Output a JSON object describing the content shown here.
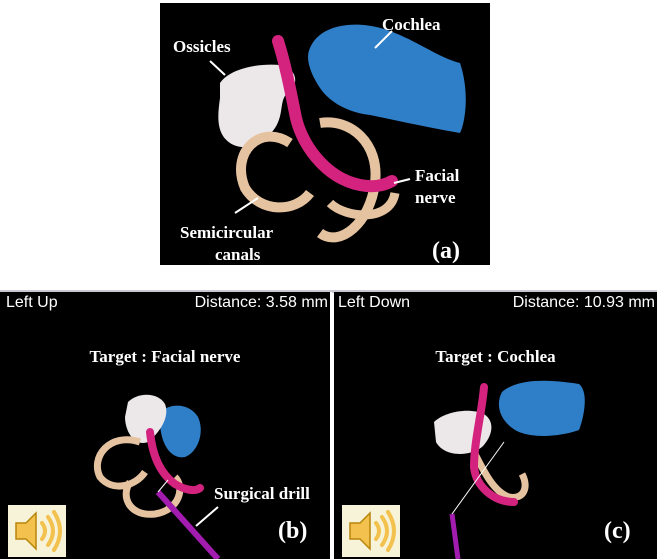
{
  "figure_a": {
    "labels": {
      "ossicles": "Ossicles",
      "cochlea": "Cochlea",
      "facial_nerve_1": "Facial",
      "facial_nerve_2": "nerve",
      "semicircular_1": "Semicircular",
      "semicircular_2": "canals"
    },
    "panel_label": "(a)"
  },
  "panel_b": {
    "view": "Left Up",
    "distance": "Distance: 3.58 mm",
    "target": "Target : Facial nerve",
    "instrument_label": "Surgical drill",
    "panel_label": "(b)",
    "speaker_icon": "speaker-icon"
  },
  "panel_c": {
    "view": "Left Down",
    "distance": "Distance: 10.93 mm",
    "target": "Target : Cochlea",
    "panel_label": "(c)",
    "speaker_icon": "speaker-icon"
  },
  "colors": {
    "cochlea": "#2f7fc8",
    "facial_nerve": "#d4237f",
    "canals": "#e6c3a0",
    "ossicles": "#ece8ea",
    "drill": "#a21caf",
    "speaker": "#f2c14e"
  }
}
